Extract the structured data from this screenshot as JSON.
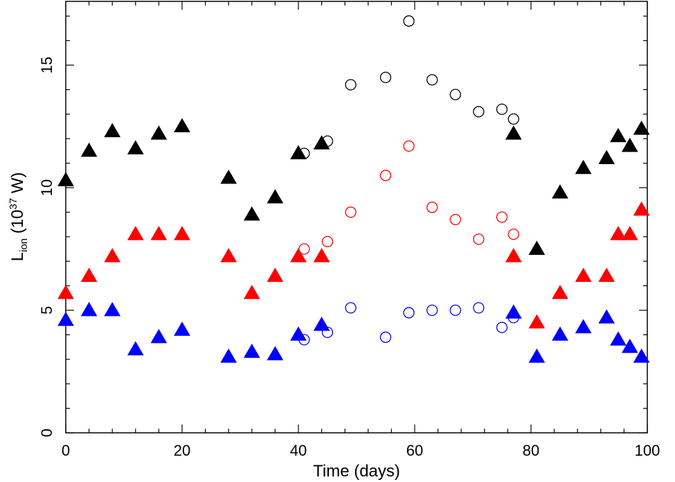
{
  "chart_data": {
    "type": "scatter",
    "title": "",
    "xlabel": "Time (days)",
    "ylabel": {
      "main": "L",
      "sub": "ion",
      "unit_prefix": " (10",
      "sup": "37",
      "unit_suffix": " W)"
    },
    "xlim": [
      0,
      100
    ],
    "ylim": [
      0,
      18
    ],
    "x_ticks": [
      0,
      20,
      40,
      60,
      80,
      100
    ],
    "y_ticks": [
      0,
      5,
      10,
      15
    ],
    "grid": false,
    "legend": "none",
    "series": [
      {
        "color": "#000000",
        "marker": "triangle-filled",
        "points": [
          [
            0,
            10.3
          ],
          [
            4,
            11.5
          ],
          [
            8,
            12.3
          ],
          [
            12,
            11.6
          ],
          [
            16,
            12.2
          ],
          [
            20,
            12.5
          ],
          [
            28,
            10.4
          ],
          [
            32,
            8.9
          ],
          [
            36,
            9.6
          ],
          [
            40,
            11.4
          ],
          [
            44,
            11.8
          ],
          [
            77,
            12.2
          ],
          [
            81,
            7.5
          ],
          [
            85,
            9.8
          ],
          [
            89,
            10.8
          ],
          [
            93,
            11.2
          ],
          [
            95,
            12.1
          ],
          [
            97,
            11.7
          ],
          [
            99,
            12.4
          ]
        ]
      },
      {
        "color": "#000000",
        "marker": "circle-open",
        "points": [
          [
            41,
            11.4
          ],
          [
            45,
            11.9
          ],
          [
            49,
            14.2
          ],
          [
            55,
            14.5
          ],
          [
            59,
            16.8
          ],
          [
            63,
            14.4
          ],
          [
            67,
            13.8
          ],
          [
            71,
            13.1
          ],
          [
            75,
            13.2
          ],
          [
            77,
            12.8
          ]
        ]
      },
      {
        "color": "#ff0000",
        "marker": "triangle-filled",
        "points": [
          [
            0,
            5.7
          ],
          [
            4,
            6.4
          ],
          [
            8,
            7.2
          ],
          [
            12,
            8.1
          ],
          [
            16,
            8.1
          ],
          [
            20,
            8.1
          ],
          [
            28,
            7.2
          ],
          [
            32,
            5.7
          ],
          [
            36,
            6.4
          ],
          [
            40,
            7.2
          ],
          [
            44,
            7.2
          ],
          [
            77,
            7.2
          ],
          [
            81,
            4.5
          ],
          [
            85,
            5.7
          ],
          [
            89,
            6.4
          ],
          [
            93,
            6.4
          ],
          [
            95,
            8.1
          ],
          [
            97,
            8.1
          ],
          [
            99,
            9.1
          ]
        ]
      },
      {
        "color": "#ff0000",
        "marker": "circle-open",
        "points": [
          [
            41,
            7.5
          ],
          [
            45,
            7.8
          ],
          [
            49,
            9.0
          ],
          [
            55,
            10.5
          ],
          [
            59,
            11.7
          ],
          [
            63,
            9.2
          ],
          [
            67,
            8.7
          ],
          [
            71,
            7.9
          ],
          [
            75,
            8.8
          ],
          [
            77,
            8.1
          ]
        ]
      },
      {
        "color": "#0000ff",
        "marker": "triangle-filled",
        "points": [
          [
            0,
            4.6
          ],
          [
            4,
            5.0
          ],
          [
            8,
            5.0
          ],
          [
            12,
            3.4
          ],
          [
            16,
            3.9
          ],
          [
            20,
            4.2
          ],
          [
            28,
            3.1
          ],
          [
            32,
            3.3
          ],
          [
            36,
            3.2
          ],
          [
            40,
            4.0
          ],
          [
            44,
            4.4
          ],
          [
            77,
            4.9
          ],
          [
            81,
            3.1
          ],
          [
            85,
            4.0
          ],
          [
            89,
            4.3
          ],
          [
            93,
            4.7
          ],
          [
            95,
            3.8
          ],
          [
            97,
            3.5
          ],
          [
            99,
            3.1
          ]
        ]
      },
      {
        "color": "#0000ff",
        "marker": "circle-open",
        "points": [
          [
            41,
            3.8
          ],
          [
            45,
            4.1
          ],
          [
            49,
            5.1
          ],
          [
            55,
            3.9
          ],
          [
            59,
            4.9
          ],
          [
            63,
            5.0
          ],
          [
            67,
            5.0
          ],
          [
            71,
            5.1
          ],
          [
            75,
            4.3
          ],
          [
            77,
            4.7
          ]
        ]
      }
    ]
  }
}
